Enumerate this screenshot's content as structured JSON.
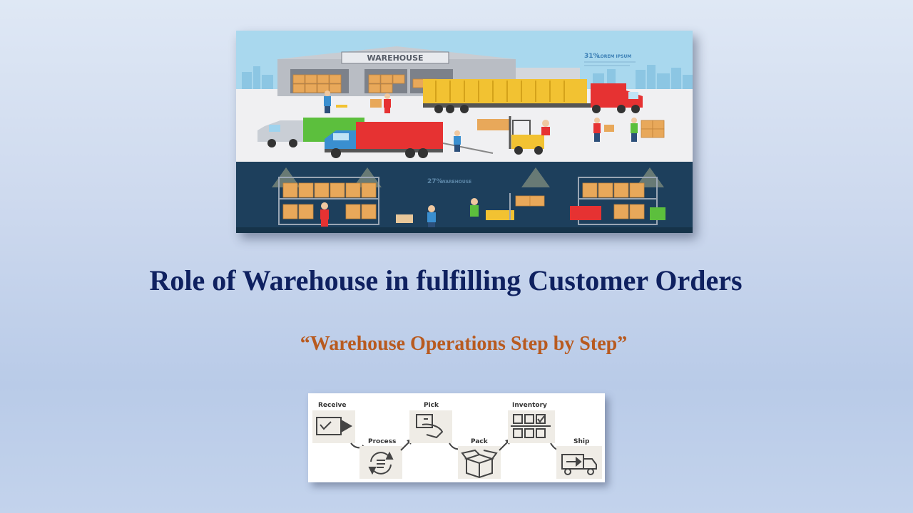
{
  "slide": {
    "title": "Role of Warehouse in fulfilling Customer Orders",
    "subtitle": "“Warehouse Operations Step by Step”"
  },
  "hero_image": {
    "sign_text": "WAREHOUSE",
    "stat_top": "31%",
    "stat_top_caption": "LOREM IPSUM",
    "stat_bottom": "27%",
    "stat_bottom_caption": "WAREHOUSE"
  },
  "process_steps": [
    {
      "label": "Receive",
      "icon": "receive-icon"
    },
    {
      "label": "Process",
      "icon": "process-icon"
    },
    {
      "label": "Pick",
      "icon": "pick-icon"
    },
    {
      "label": "Pack",
      "icon": "pack-icon"
    },
    {
      "label": "Inventory",
      "icon": "inventory-icon"
    },
    {
      "label": "Ship",
      "icon": "ship-icon"
    }
  ],
  "colors": {
    "title": "#0f2160",
    "subtitle": "#b85a1f",
    "sky": "#a9d8ee",
    "night": "#1d3f5c",
    "container": "#f2c232",
    "truck_red": "#e63232",
    "truck_green": "#5cbf3d"
  }
}
